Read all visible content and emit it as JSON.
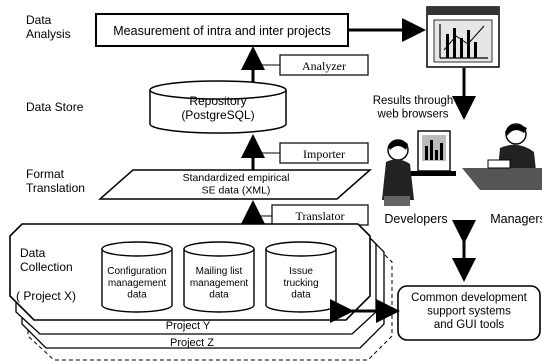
{
  "layers": {
    "analysis": "Data\nAnalysis",
    "store": "Data Store",
    "format": "Format\nTranslation",
    "collection_title": "Data\nCollection",
    "collection_project": "( Project X)"
  },
  "boxes": {
    "measurement": "Measurement of intra and inter projects",
    "repository": "Repository\n(PostgreSQL)",
    "xml": "Standardized empirical\nSE data (XML)"
  },
  "tools": {
    "analyzer": "Analyzer",
    "importer": "Importer",
    "translator": "Translator"
  },
  "cylinders": [
    "Configuration\nmanagement\ndata",
    "Mailing list\nmanagement\ndata",
    "Issue\ntrucking\ndata"
  ],
  "projects": {
    "y": "Project Y",
    "z": "Project Z"
  },
  "right": {
    "results": "Results through\nweb browsers",
    "developers": "Developers",
    "managers": "Managers",
    "common": "Common development\nsupport systems\nand GUI tools"
  }
}
